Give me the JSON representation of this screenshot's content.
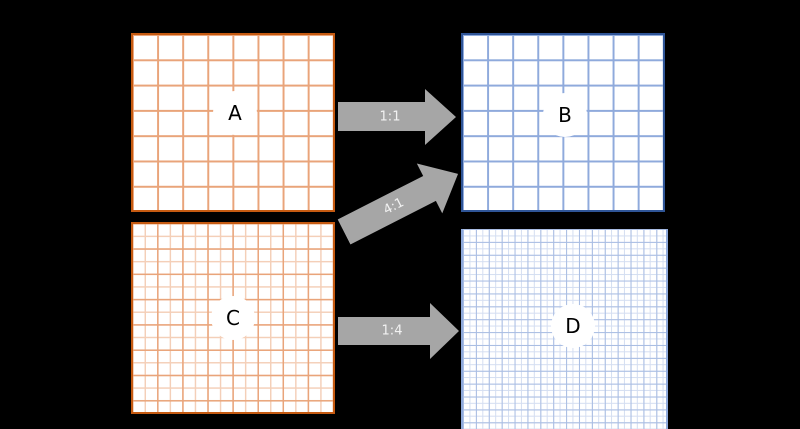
{
  "colors": {
    "background": "#000000",
    "orange_border": "#c55a11",
    "orange_line": "#e9a47a",
    "orange_line_light": "#f4cfb8",
    "blue_border": "#2f5597",
    "blue_line": "#8faadc",
    "blue_line_light": "#c9d6ee",
    "arrow_fill": "#a6a6a6",
    "arrow_text": "#f2f2f2"
  },
  "grids": [
    {
      "id": "A",
      "label": "A",
      "color": "orange",
      "columns": 8,
      "rows": 7
    },
    {
      "id": "B",
      "label": "B",
      "color": "blue",
      "columns": 8,
      "rows": 7
    },
    {
      "id": "C",
      "label": "C",
      "color": "orange",
      "columns": 16,
      "rows": 15
    },
    {
      "id": "D",
      "label": "D",
      "color": "blue",
      "columns": 32,
      "rows": 32
    }
  ],
  "arrows": [
    {
      "from": "A",
      "to": "B",
      "label": "1:1"
    },
    {
      "from": "C",
      "to": "B",
      "label": "4:1"
    },
    {
      "from": "C",
      "to": "D",
      "label": "1:4"
    }
  ]
}
